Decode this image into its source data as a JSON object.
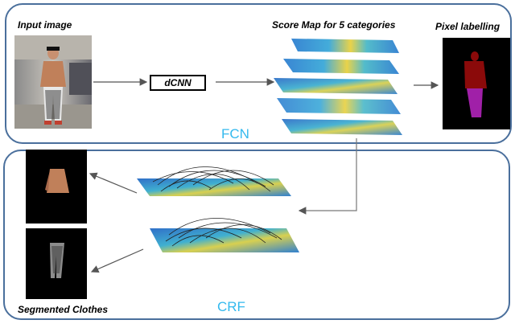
{
  "labels": {
    "input_image": "Input image",
    "score_map": "Score Map for  5 categories",
    "pixel_labelling": "Pixel labelling",
    "dcnn": "dCNN",
    "fcn": "FCN",
    "crf": "CRF",
    "segmented_clothes": "Segmented Clothes"
  },
  "colors": {
    "panel_border": "#4a6f9c",
    "panel_title": "#33b9ee",
    "arrow": "#555555",
    "score_map_base": "#3b8fd4",
    "score_map_high": "#e8d040",
    "label_top": "#8b0a0a",
    "label_bottom": "#a020a8"
  }
}
